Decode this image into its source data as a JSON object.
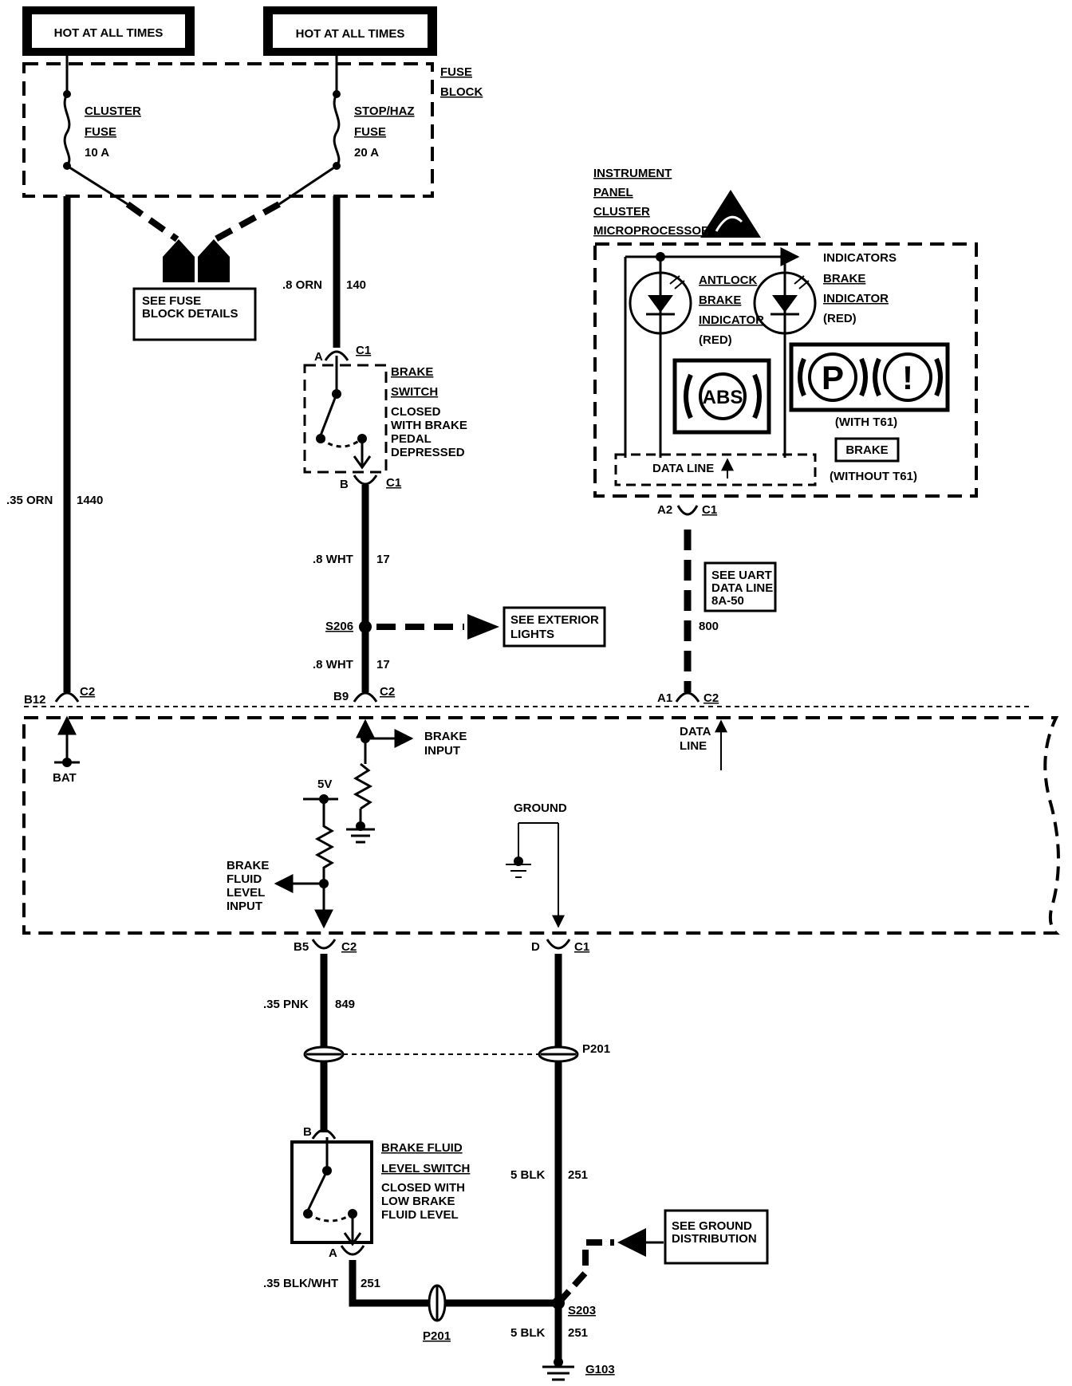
{
  "colors": {
    "ink": "#000000",
    "paper": "#ffffff"
  },
  "power": {
    "hot1": "HOT AT ALL TIMES",
    "hot2": "HOT AT ALL TIMES",
    "fuse_block": [
      "FUSE",
      "BLOCK"
    ],
    "cluster_fuse": [
      "CLUSTER",
      "FUSE",
      "10 A"
    ],
    "stop_fuse": [
      "STOP/HAZ",
      "FUSE",
      "20 A"
    ],
    "see_fuse_details": [
      "SEE FUSE",
      "BLOCK DETAILS"
    ]
  },
  "wires": {
    "w1440_size": ".35 ORN",
    "w1440_num": "1440",
    "w140_size": ".8 ORN",
    "w140_num": "140",
    "w17a_size": ".8 WHT",
    "w17a_num": "17",
    "w17b_size": ".8 WHT",
    "w17b_num": "17",
    "w800_num": "800",
    "w849_size": ".35 PNK",
    "w849_num": "849",
    "w251a_size": "5 BLK",
    "w251a_num": "251",
    "w251b_size": ".35 BLK/WHT",
    "w251b_num": "251",
    "w251c_size": "5 BLK",
    "w251c_num": "251"
  },
  "brake_switch": {
    "pin_a": "A",
    "conn_a": "C1",
    "pin_b": "B",
    "conn_b": "C1",
    "label": [
      "BRAKE",
      "SWITCH",
      "CLOSED",
      "WITH BRAKE",
      "PEDAL",
      "DEPRESSED"
    ]
  },
  "splice_s206": {
    "name": "S206",
    "see": [
      "SEE EXTERIOR",
      "LIGHTS"
    ]
  },
  "cluster": {
    "title": [
      "INSTRUMENT",
      "PANEL",
      "CLUSTER",
      "MICROPROCESSOR"
    ],
    "indicators": "INDICATORS",
    "abs_label": [
      "ANTLOCK",
      "BRAKE",
      "INDICATOR",
      "(RED)"
    ],
    "brake_label": [
      "BRAKE",
      "INDICATOR",
      "(RED)"
    ],
    "abs_icon": "ABS",
    "p_icon": "P",
    "excl_icon": "!",
    "with_t61": "(WITH T61)",
    "brake_box": "BRAKE",
    "without_t61": "(WITHOUT T61)",
    "data_line": "DATA LINE",
    "pin_a2": "A2",
    "conn_a2": "C1",
    "see_uart": [
      "SEE UART",
      "DATA LINE",
      "8A-50"
    ]
  },
  "module": {
    "b12": "B12",
    "b12_conn": "C2",
    "b9": "B9",
    "b9_conn": "C2",
    "a1": "A1",
    "a1_conn": "C2",
    "bat": "BAT",
    "brake_input": [
      "BRAKE",
      "INPUT"
    ],
    "five_v": "5V",
    "fluid_input": [
      "BRAKE",
      "FLUID",
      "LEVEL",
      "INPUT"
    ],
    "ground": "GROUND",
    "data_line": [
      "DATA",
      "LINE"
    ],
    "b5": "B5",
    "b5_conn": "C2",
    "d": "D",
    "d_conn": "C1"
  },
  "lower": {
    "p201_top": "P201",
    "fluid_pin_b": "B",
    "fluid_pin_a": "A",
    "fluid_label": [
      "BRAKE FLUID",
      "LEVEL SWITCH",
      "CLOSED WITH",
      "LOW BRAKE",
      "FLUID LEVEL"
    ],
    "see_ground": [
      "SEE GROUND",
      "DISTRIBUTION"
    ],
    "s203": "S203",
    "p201_bottom": "P201",
    "g103": "G103"
  }
}
